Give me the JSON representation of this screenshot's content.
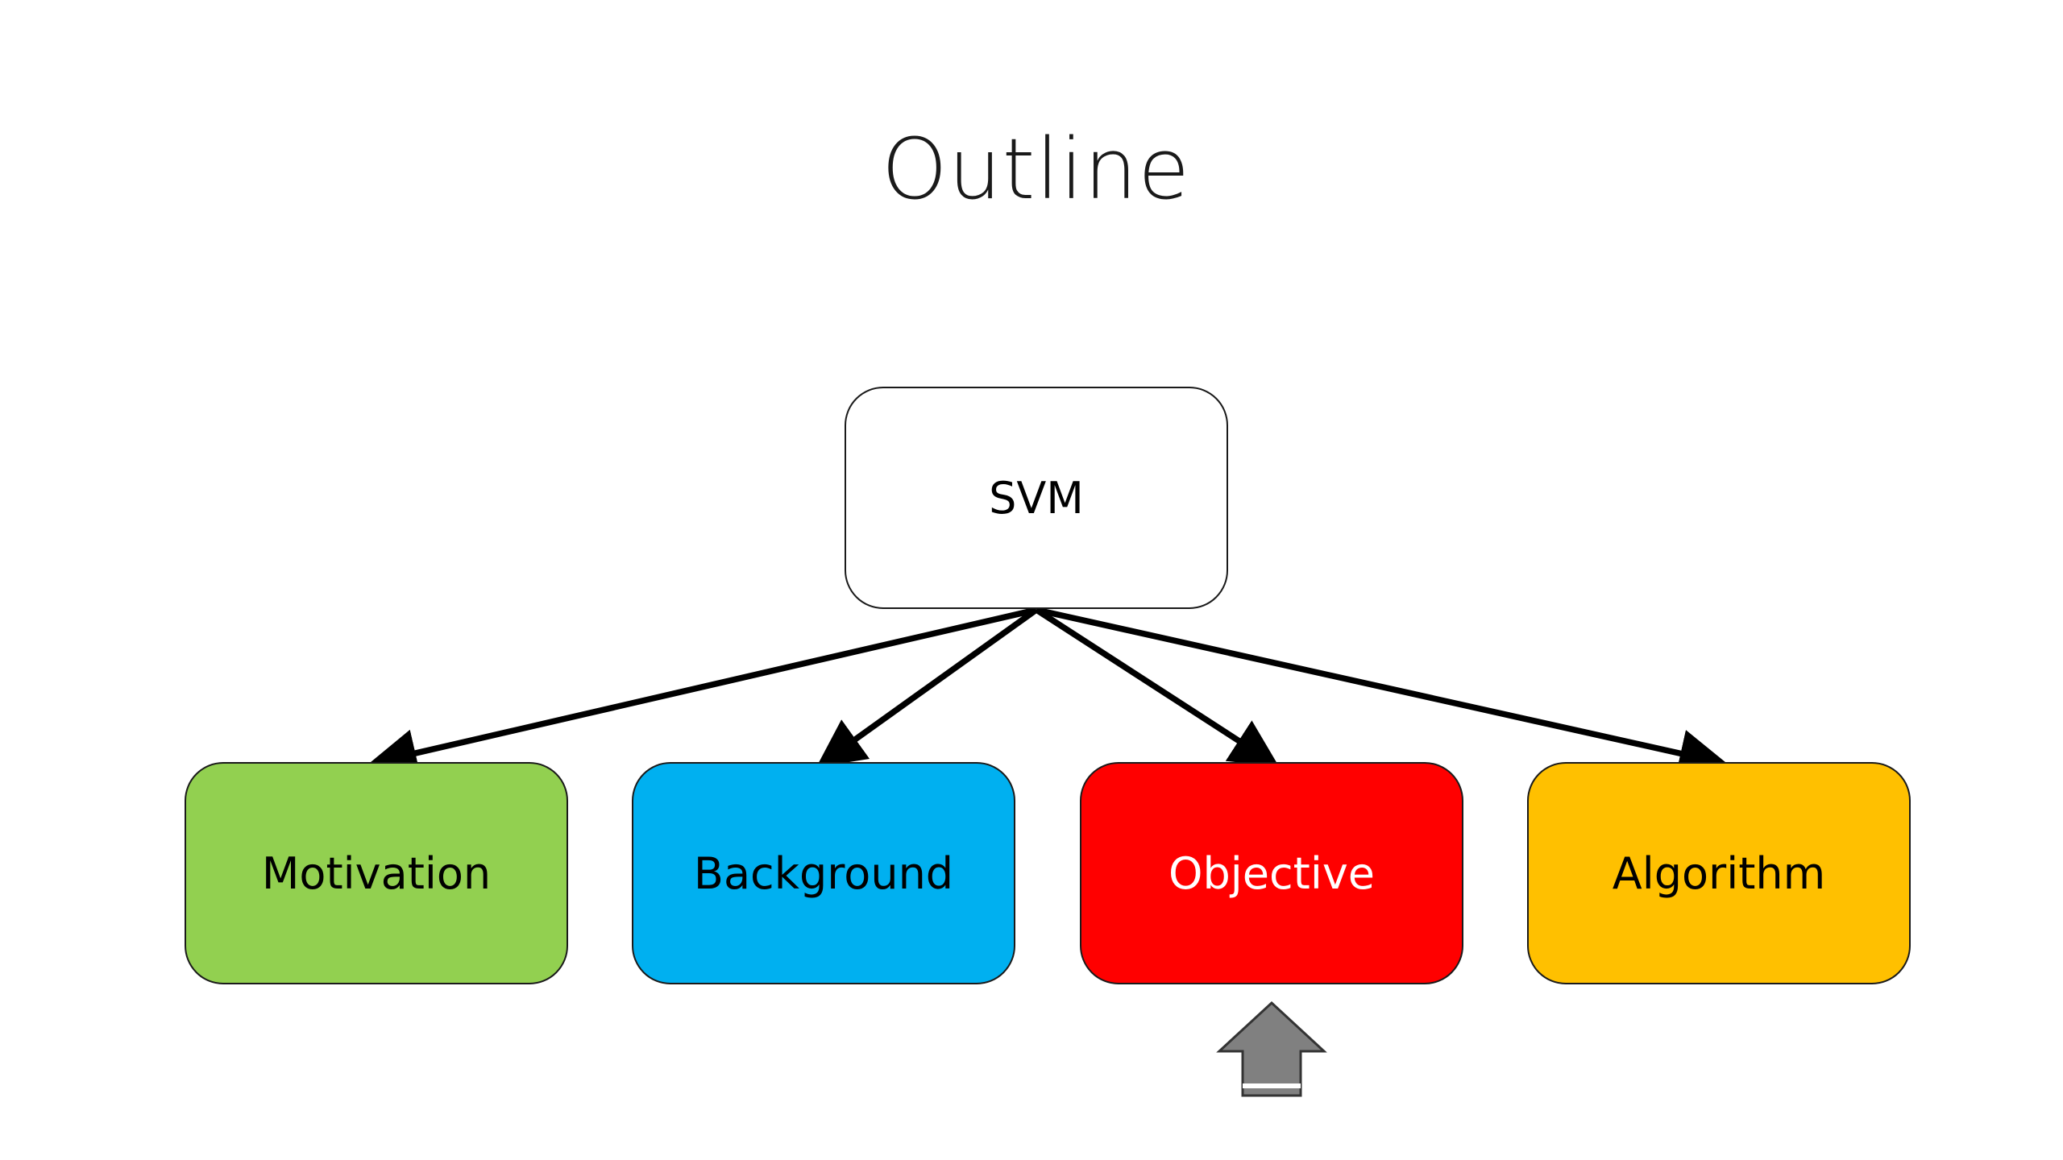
{
  "slide": {
    "title": "Outline"
  },
  "diagram": {
    "root": {
      "label": "SVM",
      "color": "#ffffff",
      "text_color": "#000000"
    },
    "children": [
      {
        "label": "Motivation",
        "color": "#92d050",
        "text_color": "#000000"
      },
      {
        "label": "Background",
        "color": "#00b0f0",
        "text_color": "#000000"
      },
      {
        "label": "Objective",
        "color": "#ff0000",
        "text_color": "#ffffff"
      },
      {
        "label": "Algorithm",
        "color": "#ffc000",
        "text_color": "#000000"
      }
    ],
    "current_index": 2,
    "current_marker": {
      "icon": "up-arrow-icon",
      "color": "#808080"
    }
  }
}
